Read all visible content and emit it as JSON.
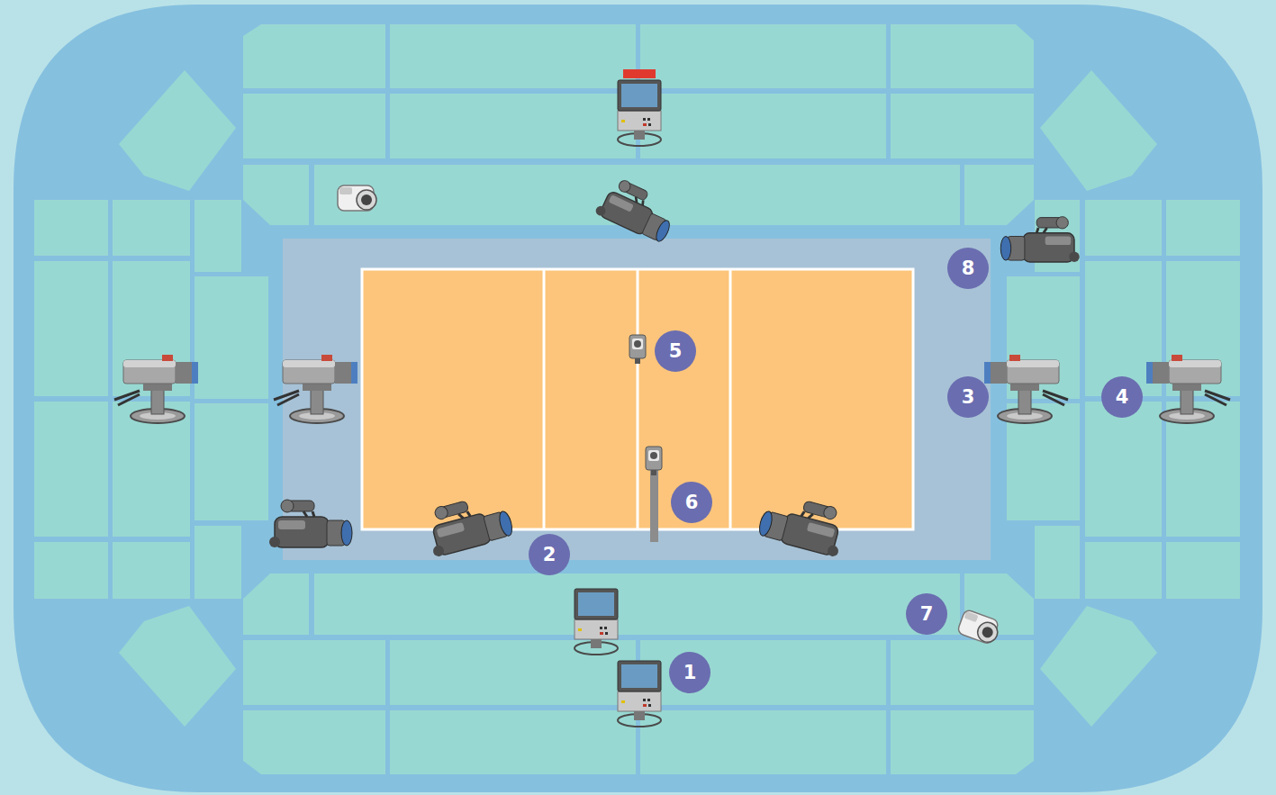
{
  "diagram": {
    "nodes": [
      {
        "text": [
          "8"
        ]
      },
      {
        "text": [
          "5"
        ]
      },
      {
        "text": [
          "3"
        ]
      },
      {
        "text": [
          "4"
        ]
      },
      {
        "text": [
          "6"
        ]
      },
      {
        "text": [
          "2"
        ]
      },
      {
        "text": [
          "7"
        ]
      },
      {
        "text": [
          "1"
        ]
      }
    ]
  }
}
